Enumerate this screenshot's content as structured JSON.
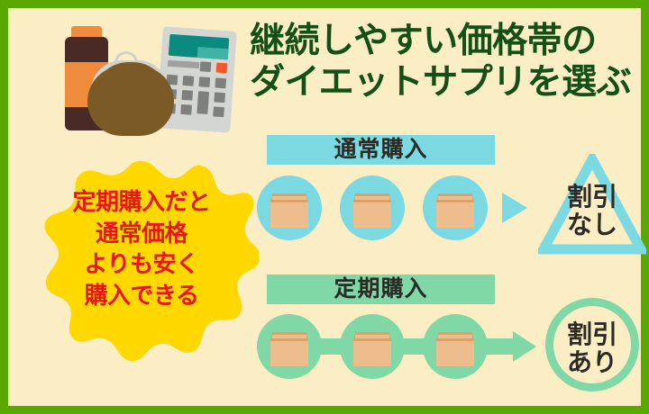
{
  "colors": {
    "border_green": "#58a800",
    "background_cream": "#fbedc4",
    "title_green": "#145016",
    "starburst_yellow": "#ffd800",
    "starburst_text_red": "#e8151a",
    "normal_cyan": "#7bd9e2",
    "subscription_green": "#7fd8a5",
    "box_tan": "#eebd8d",
    "text_dark": "#2d2a26"
  },
  "title": {
    "line1": "継続しやすい価格帯の",
    "line2": "ダイエットサプリを選ぶ"
  },
  "illustration": {
    "bottle": "supplement-bottle",
    "purse": "coin-purse",
    "calculator": "calculator"
  },
  "starburst": {
    "line1": "定期購入だと",
    "line2": "通常価格",
    "line3": "よりも安く",
    "line4": "購入できる"
  },
  "flows": [
    {
      "banner_label": "通常購入",
      "box_count": 3,
      "box_icon": "cardboard-box-icon",
      "arrow_icon": "triangle-arrow-icon",
      "result_shape": "triangle",
      "result_line1": "割引",
      "result_line2": "なし"
    },
    {
      "banner_label": "定期購入",
      "box_count": 3,
      "box_icon": "cardboard-box-icon",
      "arrow_icon": "right-arrow-icon",
      "result_shape": "circle",
      "result_line1": "割引",
      "result_line2": "あり"
    }
  ]
}
